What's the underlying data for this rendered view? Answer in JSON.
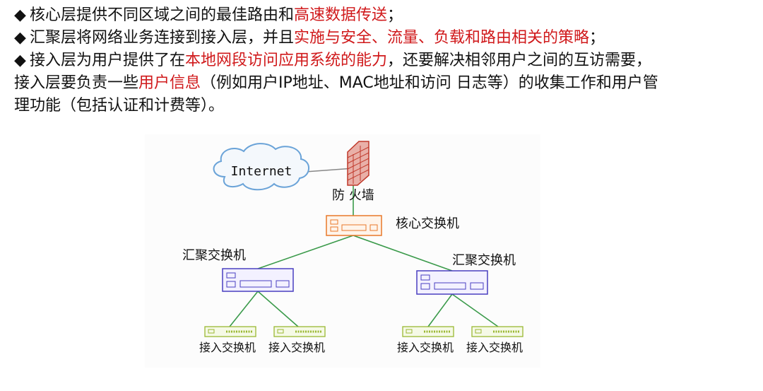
{
  "paragraphs": [
    {
      "bullet": "◆",
      "segments": [
        {
          "text": "核心层提供不同区域之间的最佳路由和",
          "hl": false
        },
        {
          "text": "高速数据传送",
          "hl": true
        },
        {
          "text": "；",
          "hl": false
        }
      ]
    },
    {
      "bullet": "◆",
      "segments": [
        {
          "text": "汇聚层将网络业务连接到接入层，并且",
          "hl": false
        },
        {
          "text": "实施与安全、流量、负载和路由相关的策略",
          "hl": true
        },
        {
          "text": "；",
          "hl": false
        }
      ]
    },
    {
      "bullet": "◆",
      "segments": [
        {
          "text": "接入层为用户提供了在",
          "hl": false
        },
        {
          "text": "本地网段访问应用系统的能力",
          "hl": true
        },
        {
          "text": "，还要解决相邻用户之间的互访需要，",
          "hl": false
        }
      ]
    },
    {
      "bullet": "",
      "segments": [
        {
          "text": "接入层要负责一些",
          "hl": false
        },
        {
          "text": "用户信息",
          "hl": true
        },
        {
          "text": "（例如用户IP地址、MAC地址和访问 日志等）的收集工作和用户管",
          "hl": false
        }
      ]
    },
    {
      "bullet": "",
      "segments": [
        {
          "text": "理功能（包括认证和计费等）。",
          "hl": false
        }
      ]
    }
  ],
  "diagram": {
    "internet_label": "Internet",
    "firewall_label": "防 火墙",
    "core_label": "核心交换机",
    "agg_left_label": "汇聚交换机",
    "agg_right_label": "汇聚交换机",
    "access_labels": [
      "接入交换机",
      "接入交换机",
      "接入交换机",
      "接入交换机"
    ]
  },
  "colors": {
    "highlight": "#d0191b",
    "core_device": "#e8782a",
    "agg_device": "#4a3fc0",
    "access_device": "#9ab832",
    "link": "#3a9a4a",
    "firewall": "#c0392b",
    "cloud": "#6aa3d8"
  }
}
